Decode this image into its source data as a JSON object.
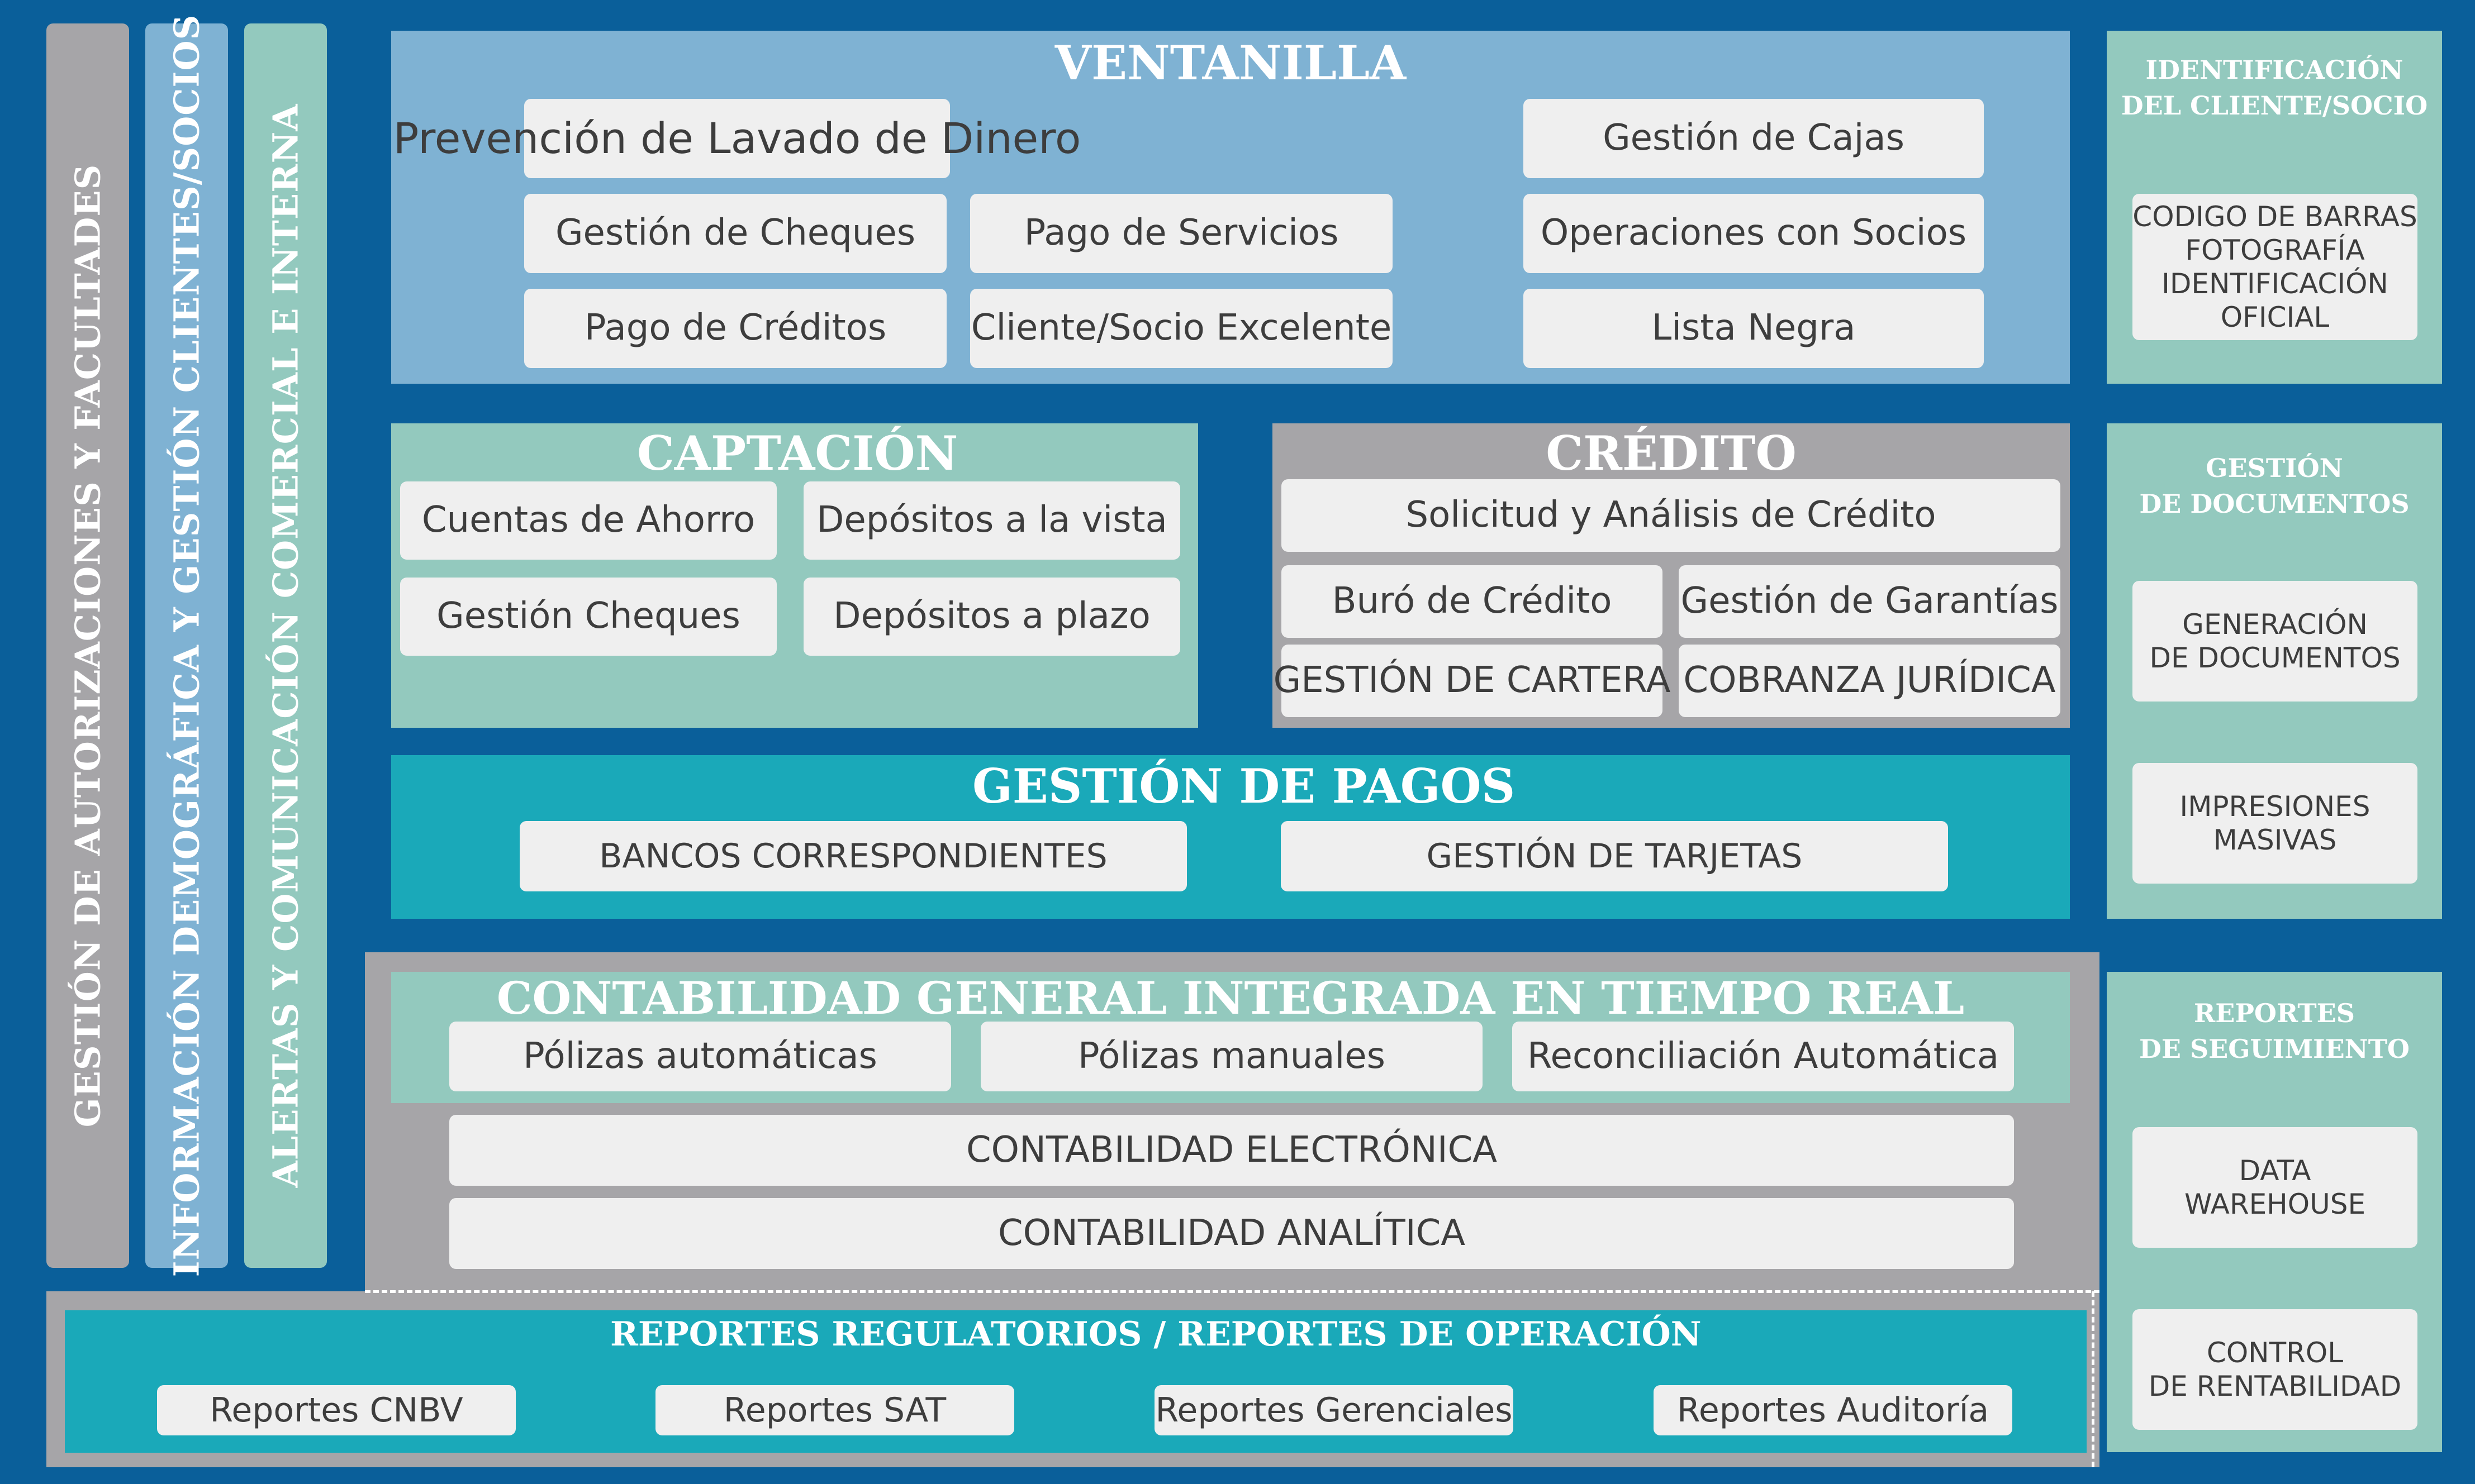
{
  "colors": {
    "background": "#0a5f9a",
    "blue_panel": "#7fb2d3",
    "teal_light": "#93c9be",
    "gray_panel": "#a6a5a8",
    "teal_dark": "#1aa9b9",
    "item_bg": "#efefef"
  },
  "side_bars": [
    {
      "label": "GESTIÓN DE AUTORIZACIONES Y FACULTADES"
    },
    {
      "label": "INFORMACIÓN DEMOGRÁFICA Y GESTIÓN CLIENTES/SOCIOS"
    },
    {
      "label": "ALERTAS Y COMUNICACIÓN COMERCIAL E INTERNA"
    }
  ],
  "ventanilla": {
    "title": "VENTANILLA",
    "items": [
      "Prevención de Lavado de Dinero",
      "Gestión de Cheques",
      "Pago de Servicios",
      "Pago de Créditos",
      "Cliente/Socio Excelente",
      "Gestión de Cajas",
      "Operaciones con Socios",
      "Lista Negra"
    ]
  },
  "captacion": {
    "title": "CAPTACIÓN",
    "items": [
      "Cuentas de Ahorro",
      "Depósitos a la vista",
      "Gestión Cheques",
      "Depósitos a plazo"
    ]
  },
  "credito": {
    "title": "CRÉDITO",
    "items": [
      "Solicitud y Análisis de Crédito",
      "Buró de Crédito",
      "Gestión de Garantías",
      "GESTIÓN DE CARTERA",
      "COBRANZA JURÍDICA"
    ]
  },
  "gestion_pagos": {
    "title": "GESTIÓN DE PAGOS",
    "items": [
      "BANCOS CORRESPONDIENTES",
      "GESTIÓN DE TARJETAS"
    ]
  },
  "contabilidad": {
    "title": "CONTABILIDAD GENERAL INTEGRADA EN TIEMPO REAL",
    "items": [
      "Pólizas automáticas",
      "Pólizas manuales",
      "Reconciliación Automática"
    ],
    "electronica": "CONTABILIDAD ELECTRÓNICA",
    "analitica": "CONTABILIDAD ANALÍTICA"
  },
  "reportes_regulatorios": {
    "title": "REPORTES REGULATORIOS / REPORTES DE OPERACIÓN",
    "items": [
      "Reportes CNBV",
      "Reportes SAT",
      "Reportes Gerenciales",
      "Reportes Auditoría"
    ]
  },
  "identificacion": {
    "title_line1": "IDENTIFICACIÓN",
    "title_line2": "DEL CLIENTE/SOCIO",
    "lines": [
      "CODIGO DE BARRAS",
      "FOTOGRAFÍA",
      "IDENTIFICACIÓN",
      "OFICIAL"
    ]
  },
  "gestion_documentos": {
    "title_line1": "GESTIÓN",
    "title_line2": "DE DOCUMENTOS",
    "box1": [
      "GENERACIÓN",
      "DE DOCUMENTOS"
    ],
    "box2": [
      "IMPRESIONES",
      "MASIVAS"
    ]
  },
  "reportes_seguimiento": {
    "title_line1": "REPORTES",
    "title_line2": "DE SEGUIMIENTO",
    "box1": [
      "DATA",
      "WAREHOUSE"
    ],
    "box2": [
      "CONTROL",
      "DE RENTABILIDAD"
    ]
  }
}
